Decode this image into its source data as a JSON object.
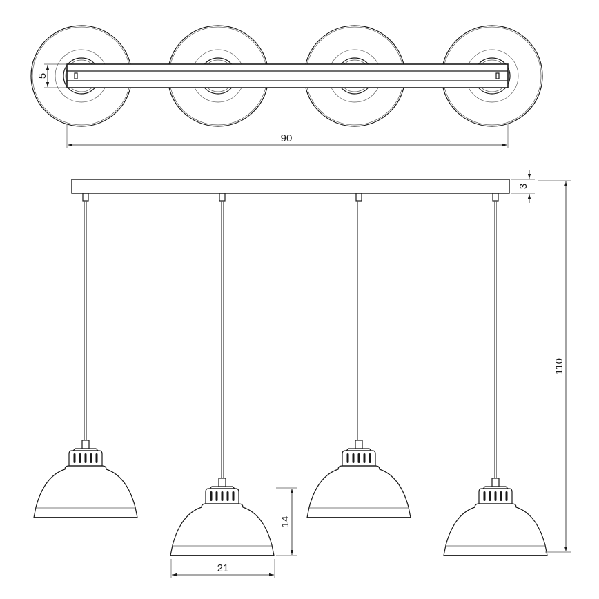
{
  "drawing": {
    "top_view": {
      "fixture_count": 4,
      "dimensions": {
        "length": "90",
        "width": "5"
      }
    },
    "front_view": {
      "pendant_count": 4,
      "dimensions": {
        "canopy_height": "3",
        "total_height": "110",
        "shade_height": "14",
        "shade_diameter": "21"
      }
    }
  }
}
